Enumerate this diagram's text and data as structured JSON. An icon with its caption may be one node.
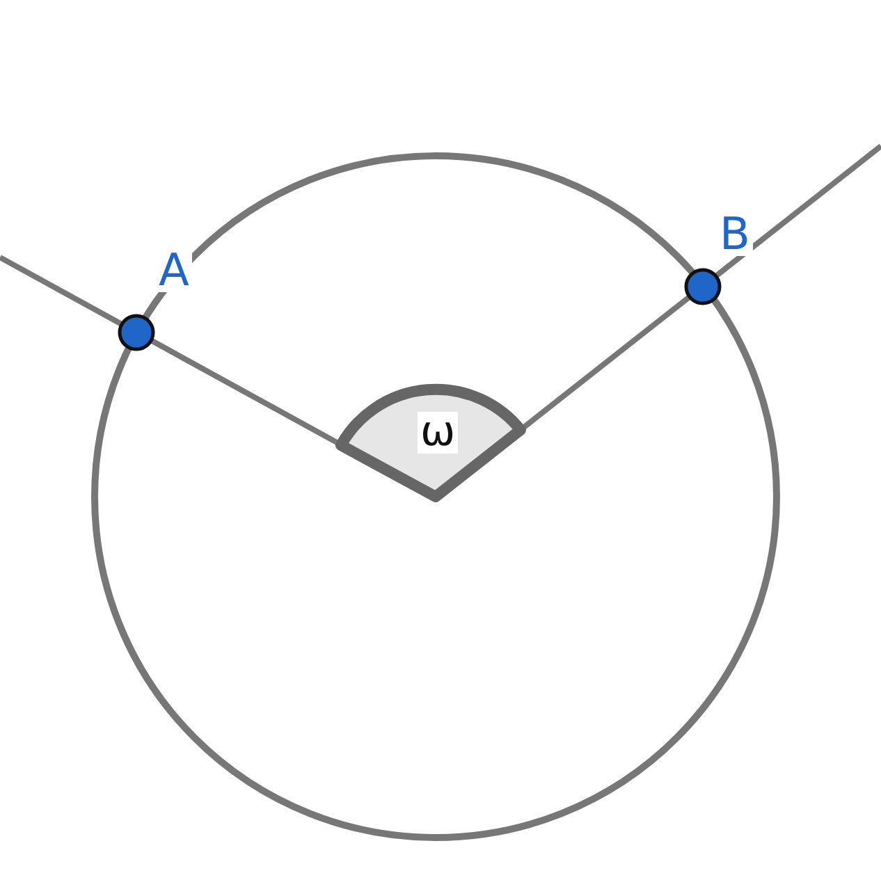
{
  "diagram": {
    "labels": [
      "A",
      "B",
      "ω"
    ]
  }
}
